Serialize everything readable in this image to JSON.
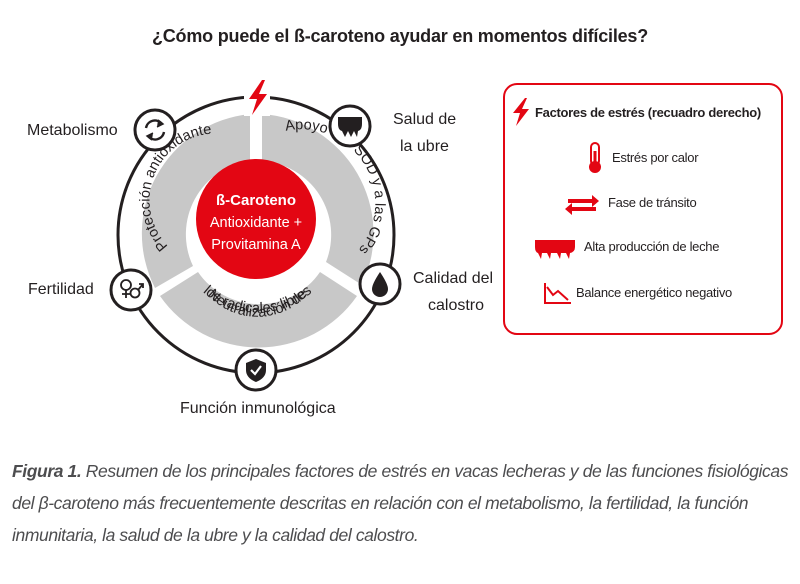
{
  "title": "¿Cómo puede el ß-caroteno ayudar en momentos difíciles?",
  "center": {
    "name": "ß-Caroteno",
    "line2": "Antioxidante +",
    "line3": "Provitamina A"
  },
  "ring_segments": {
    "left": "Protección antioxidante",
    "top_right": "Apoyo a la SOD y a las GPs",
    "bottom": [
      "Neutralización de",
      "los radicales libres"
    ]
  },
  "outer_labels": {
    "metabolism": "Metabolismo",
    "udder_1": "Salud de",
    "udder_2": "la ubre",
    "fertility": "Fertilidad",
    "colostrum_1": "Calidad del",
    "colostrum_2": "calostro",
    "immune": "Función inmunológica"
  },
  "icons": [
    "lightning-icon",
    "recycle-icon",
    "udder-icon",
    "gender-icon",
    "drop-icon",
    "shield-check-icon"
  ],
  "legend": {
    "title": "Factores de estrés (recuadro derecho)",
    "items": [
      {
        "icon": "thermometer-icon",
        "label": "Estrés por calor"
      },
      {
        "icon": "transfer-arrows-icon",
        "label": "Fase de tránsito"
      },
      {
        "icon": "milk-udder-icon",
        "label": "Alta producción de leche"
      },
      {
        "icon": "declining-chart-icon",
        "label": "Balance energético negativo"
      }
    ]
  },
  "caption": {
    "bold": "Figura 1.",
    "text": " Resumen de los principales factores de estrés en vacas lecheras y de las funciones fisiológicas del β-caroteno más frecuentemente descritas en relación con el metabolismo, la fertilidad, la función inmunitaria, la salud de la ubre y la calidad del calostro."
  },
  "colors": {
    "accent": "#e30613",
    "ring": "#c8c8c8",
    "outline": "#231f20"
  }
}
